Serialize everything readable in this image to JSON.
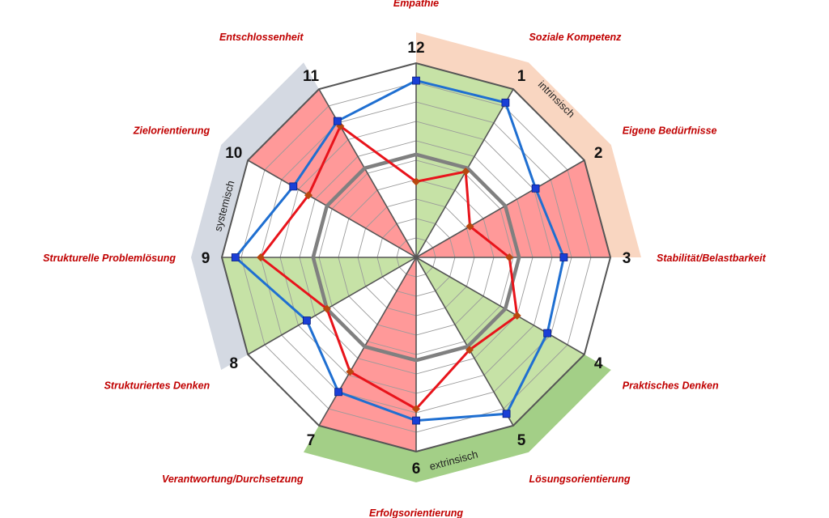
{
  "chart_data": {
    "type": "radar",
    "title": "",
    "axes": [
      {
        "number": "1",
        "label": "Soziale Kompetenz"
      },
      {
        "number": "2",
        "label": "Eigene Bedürfnisse"
      },
      {
        "number": "3",
        "label": "Stabilität/Belastbarkeit"
      },
      {
        "number": "4",
        "label": "Praktisches Denken"
      },
      {
        "number": "5",
        "label": "Lösungsorientierung"
      },
      {
        "number": "6",
        "label": "Erfolgsorientierung"
      },
      {
        "number": "7",
        "label": "Verantwortung/Durchsetzung"
      },
      {
        "number": "8",
        "label": "Strukturiertes Denken"
      },
      {
        "number": "9",
        "label": "Strukturelle Problemlösung"
      },
      {
        "number": "10",
        "label": "Zielorientierung"
      },
      {
        "number": "11",
        "label": "Entschlossenheit"
      },
      {
        "number": "12",
        "label": "Empathie"
      }
    ],
    "range": [
      0,
      10
    ],
    "grid_levels": 10,
    "series": [
      {
        "values": [
          9.2,
          7.1,
          7.6,
          7.8,
          9.3,
          8.4,
          8.0,
          6.5,
          9.3,
          7.3,
          8.1,
          9.1
        ],
        "color": "#1f6fd1"
      },
      {
        "values": [
          5.1,
          3.2,
          4.8,
          6.0,
          5.5,
          7.8,
          6.8,
          5.3,
          8.0,
          6.4,
          7.8,
          3.9
        ],
        "color": "#e8141b"
      },
      {
        "values": [
          5.3,
          5.3,
          5.3,
          5.3,
          5.3,
          5.3,
          5.3,
          5.3,
          5.3,
          5.3,
          5.3,
          5.3
        ],
        "color": "#808080"
      }
    ],
    "sectors": [
      {
        "from_axis": "12",
        "to_axis": "1",
        "fill": "#c6e2a6"
      },
      {
        "from_axis": "2",
        "to_axis": "3",
        "fill": "#ff9999"
      },
      {
        "from_axis": "4",
        "to_axis": "5",
        "fill": "#c6e2a6"
      },
      {
        "from_axis": "6",
        "to_axis": "7",
        "fill": "#ff9999"
      },
      {
        "from_axis": "8",
        "to_axis": "9",
        "fill": "#c6e2a6"
      },
      {
        "from_axis": "10",
        "to_axis": "11",
        "fill": "#ff9999"
      }
    ],
    "groups": [
      {
        "label": "intrinsisch",
        "from_axis": "12",
        "to_axis": "3",
        "color": "#f9d6c1"
      },
      {
        "label": "extrinsisch",
        "from_axis": "4",
        "to_axis": "7",
        "color": "#a3cf87"
      },
      {
        "label": "systemisch",
        "from_axis": "8",
        "to_axis": "11",
        "color": "#d4d9e2"
      }
    ],
    "colors": {
      "grid": "#7a7a7a",
      "outer": "#555555",
      "axis_label": "#c00000"
    }
  }
}
